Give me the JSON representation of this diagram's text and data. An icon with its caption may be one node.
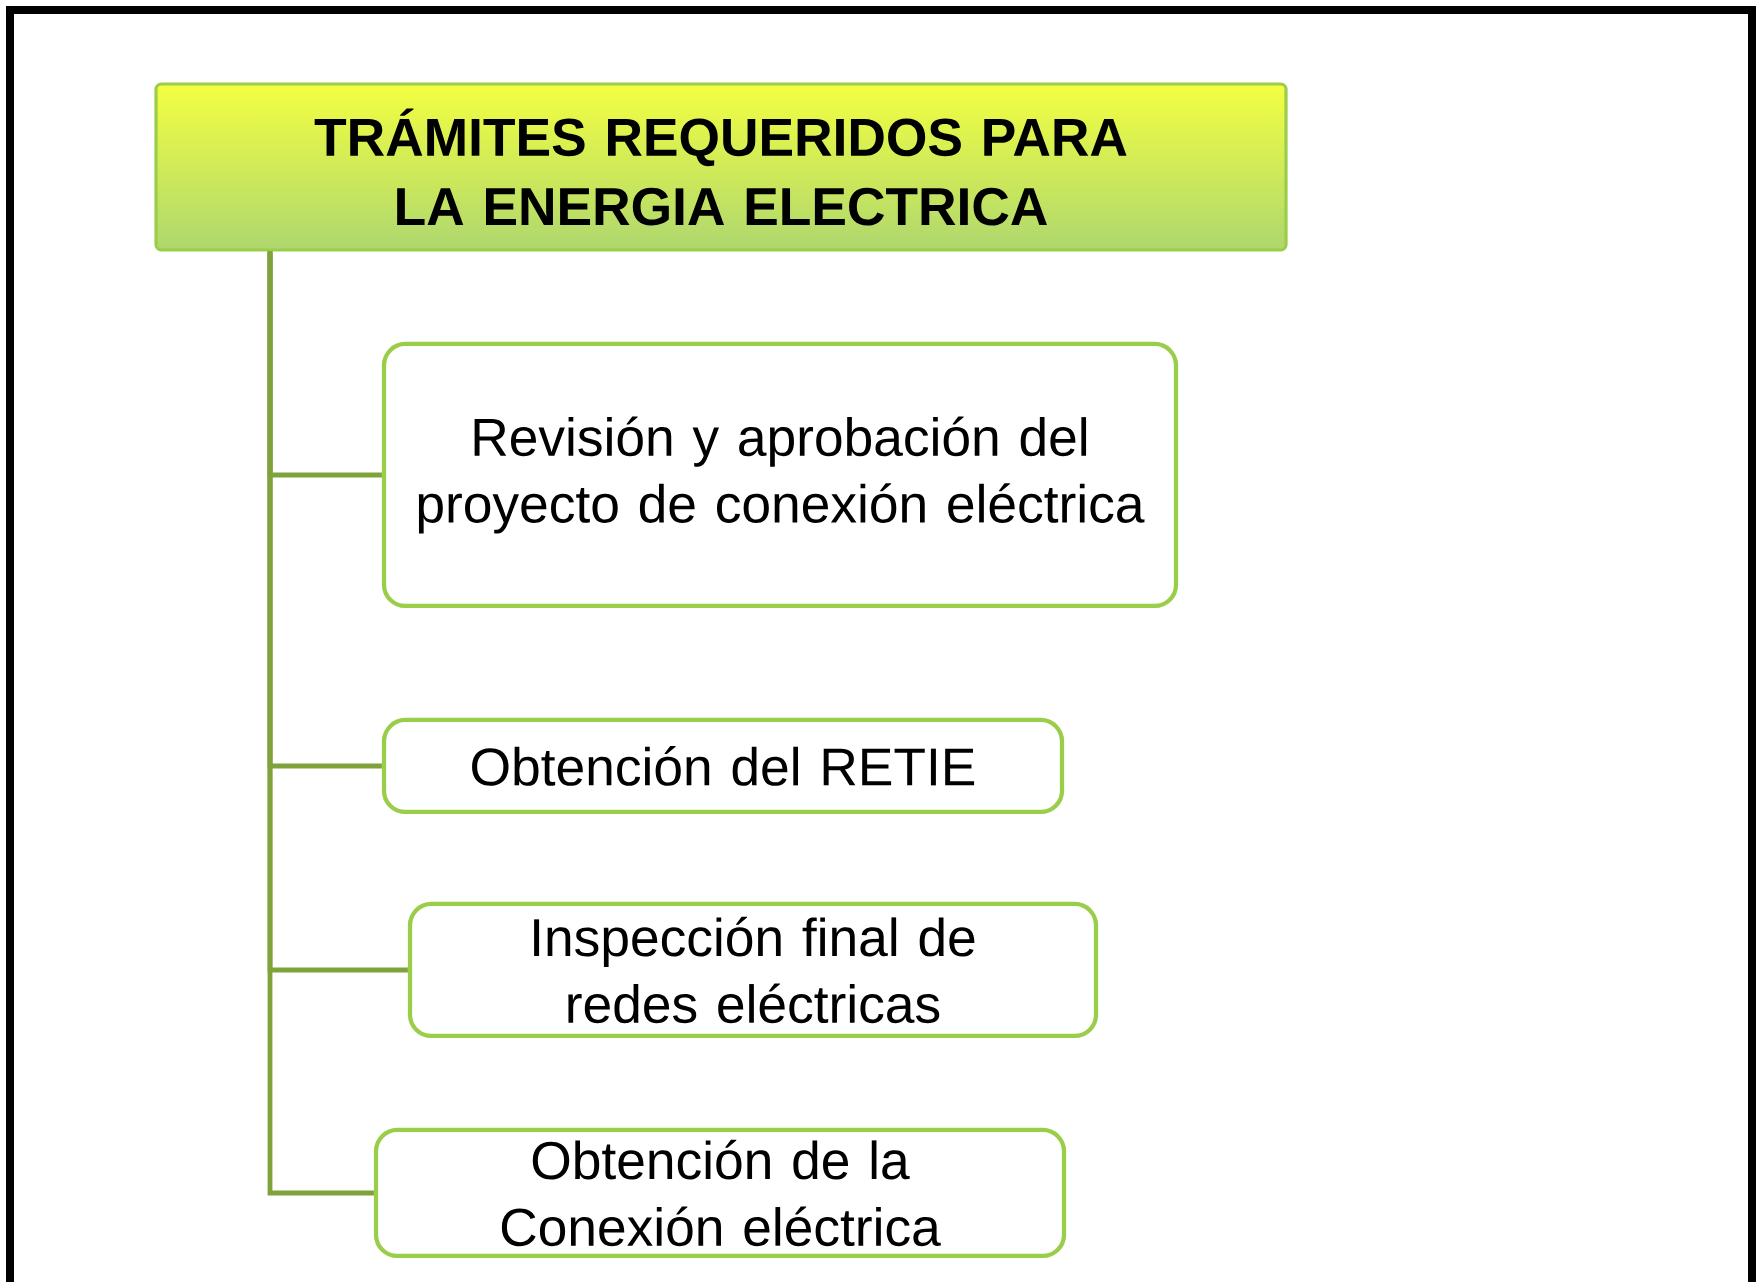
{
  "diagram": {
    "nodes": [
      {
        "text": [
          "TRÁMITES REQUERIDOS PARA LA ENERGIA ELECTRICA"
        ]
      },
      {
        "text": [
          "Revisión y aprobación del proyecto de conexión eléctrica"
        ]
      },
      {
        "text": [
          "Obtención  del RETIE"
        ]
      },
      {
        "text": [
          "Inspección final de redes eléctricas"
        ]
      },
      {
        "text": [
          "Obtención de la Conexión eléctrica"
        ]
      }
    ],
    "edges": [
      {
        "from": 0,
        "to": 1,
        "arrow": "none"
      },
      {
        "from": 0,
        "to": 2,
        "arrow": "none"
      },
      {
        "from": 0,
        "to": 3,
        "arrow": "none"
      },
      {
        "from": 0,
        "to": 4,
        "arrow": "none"
      }
    ]
  }
}
